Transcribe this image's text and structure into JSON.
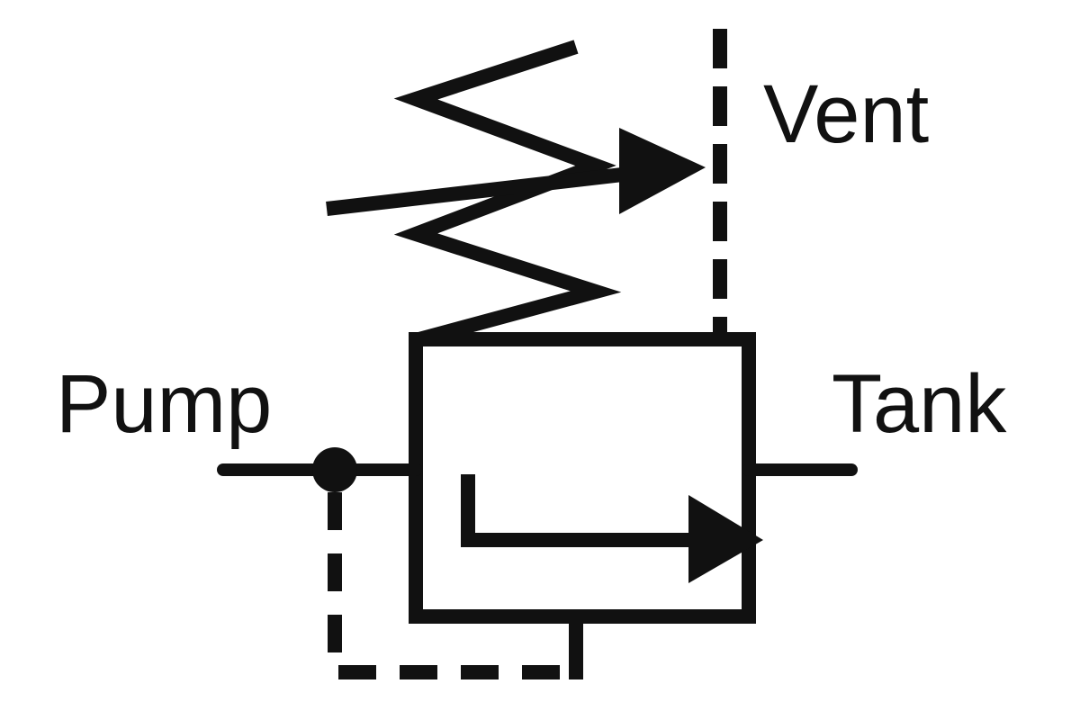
{
  "labels": {
    "vent": "Vent",
    "pump": "Pump",
    "tank": "Tank"
  },
  "colors": {
    "ink": "#111111",
    "background": "#ffffff"
  },
  "symbol": {
    "type": "pressure-relief-valve",
    "spring": "adjustable",
    "pilot_lines": [
      "vent",
      "pump-pilot"
    ]
  }
}
